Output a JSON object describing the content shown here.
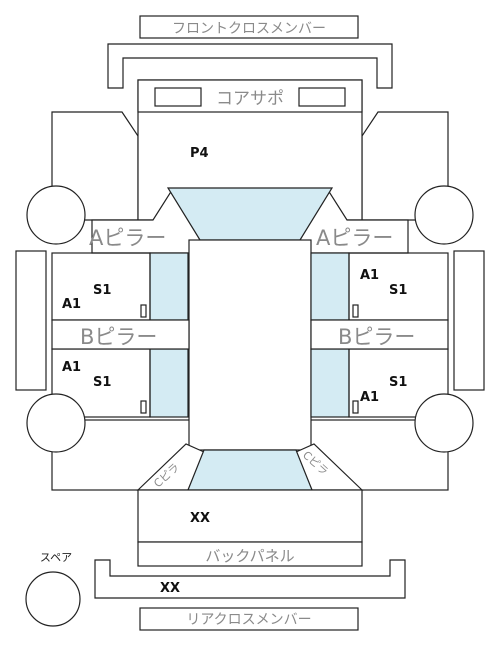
{
  "labels": {
    "front_cross_member": "フロントクロスメンバー",
    "core_support": "コアサポ",
    "a_pillar": "Aピラー",
    "b_pillar": "Bピラー",
    "back_panel": "バックパネル",
    "rear_cross_member": "リアクロスメンバー",
    "spare": "スペア",
    "c_pillar": "Cピラ"
  },
  "marks": {
    "hood": "P4",
    "fl_door_s": "S1",
    "fl_door_a": "A1",
    "rl_door_a": "A1",
    "rl_door_s": "S1",
    "fr_door_a": "A1",
    "fr_door_s": "S1",
    "rr_door_s": "S1",
    "rr_door_a": "A1",
    "trunk": "XX",
    "rear_cross": "XX"
  },
  "colors": {
    "glass": "#d4ebf3",
    "line": "#222222",
    "label_gray": "#8a8a8a",
    "mark_text": "#111111"
  }
}
